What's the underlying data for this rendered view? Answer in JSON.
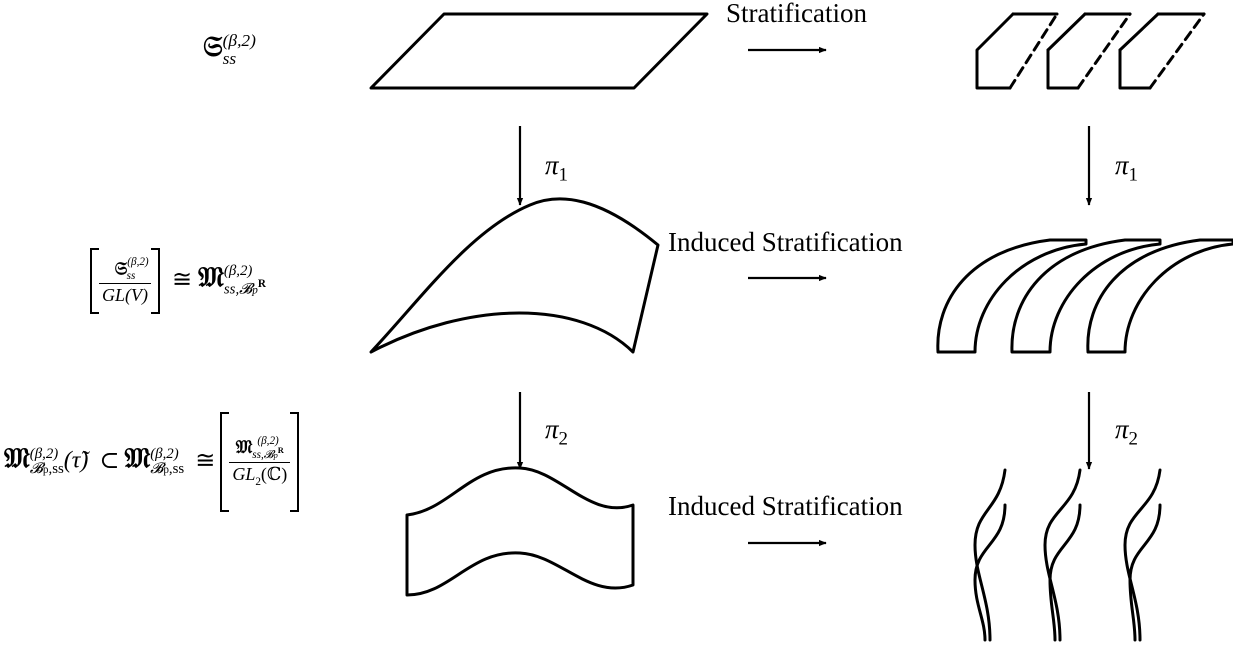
{
  "arrows": {
    "top": "Stratification",
    "middle": "Induced Stratification",
    "bottom": "Induced Stratification"
  },
  "maps": {
    "pi1": "π",
    "pi1_index": "1",
    "pi2": "π",
    "pi2_index": "2"
  },
  "labels": {
    "row1": {
      "symbol": "𝔖",
      "sup": "(β,2)",
      "sub": "ss"
    },
    "row2": {
      "frac_symbol": "𝔖",
      "frac_sup": "(β,2)",
      "frac_sub": "ss",
      "frac_den": "GL(V)",
      "rel": "≅",
      "symbol": "𝔐",
      "sup": "(β,2)",
      "sub": "ss,𝓑",
      "sub_p": "p",
      "sub_R": "R"
    },
    "row3": {
      "symbol_a": "𝔐",
      "sup_a": "(β,2)",
      "sub_a": "𝓑",
      "sub_a_p": "p",
      "sub_a_ss": ",ss",
      "tau": "(τ̃)",
      "subset": "⊂",
      "symbol_b": "𝔐",
      "sup_b": "(β,2)",
      "sub_b": "𝓑",
      "sub_b_p": "p",
      "sub_b_ss": ",ss",
      "rel": "≅",
      "frac_symbol": "𝔐",
      "frac_sup": "(β,2)",
      "frac_sub": "ss,𝓑",
      "frac_sub_p": "p",
      "frac_sub_R": "R",
      "frac_den": "GL",
      "frac_den_sub": "2",
      "frac_den_rest": "(ℂ)"
    }
  }
}
